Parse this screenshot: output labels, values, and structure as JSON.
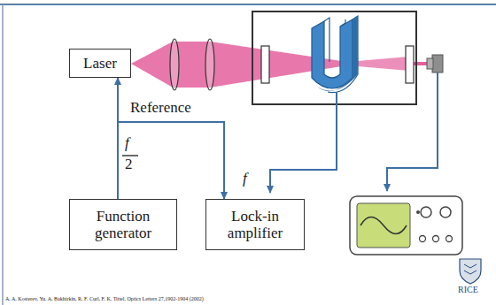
{
  "diagram": {
    "nodes": [
      {
        "text": [
          "Laser"
        ]
      },
      {
        "text": [
          "Function generator"
        ]
      },
      {
        "text": [
          "Lock-in amplifier"
        ]
      }
    ],
    "edges": [
      {
        "from": 1,
        "to": 0,
        "arrow": "to"
      },
      {
        "from": 1,
        "to": 2,
        "arrow": "to"
      }
    ],
    "labels": [
      "Reference",
      "f",
      "2",
      "f",
      "A. A. Kosterev, Yu. A. Bakhirkin, R. F. Curl, F. K. Tittel, Optics Letters 27,1902-1904 (2002)",
      "RICE"
    ]
  }
}
